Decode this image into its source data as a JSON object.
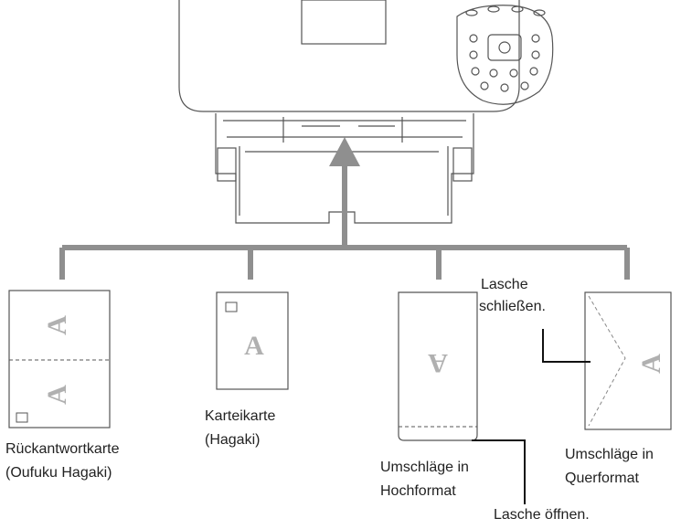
{
  "colors": {
    "connector": "#8f8f8f",
    "glyph": "#b0b0b0",
    "outline": "#555555",
    "text": "#222222"
  },
  "printer": {
    "icons": [
      "printer-outline",
      "control-panel",
      "paper-tray",
      "up-arrow"
    ]
  },
  "media": {
    "return_postcard": {
      "label_line1": "Rückantwortkarte",
      "label_line2": "(Oufuku Hagaki)",
      "glyph": "A"
    },
    "index_card": {
      "label_line1": "Karteikarte",
      "label_line2": "(Hagaki)",
      "glyph": "A"
    },
    "envelope_portrait": {
      "label_line1": "Umschläge in",
      "label_line2": "Hochformat",
      "glyph": "A"
    },
    "envelope_landscape": {
      "label_line1": "Umschläge in",
      "label_line2": "Querformat",
      "glyph": "A"
    }
  },
  "callouts": {
    "close_flap_line1": "Lasche",
    "close_flap_line2": "schließen.",
    "open_flap": "Lasche öffnen."
  }
}
